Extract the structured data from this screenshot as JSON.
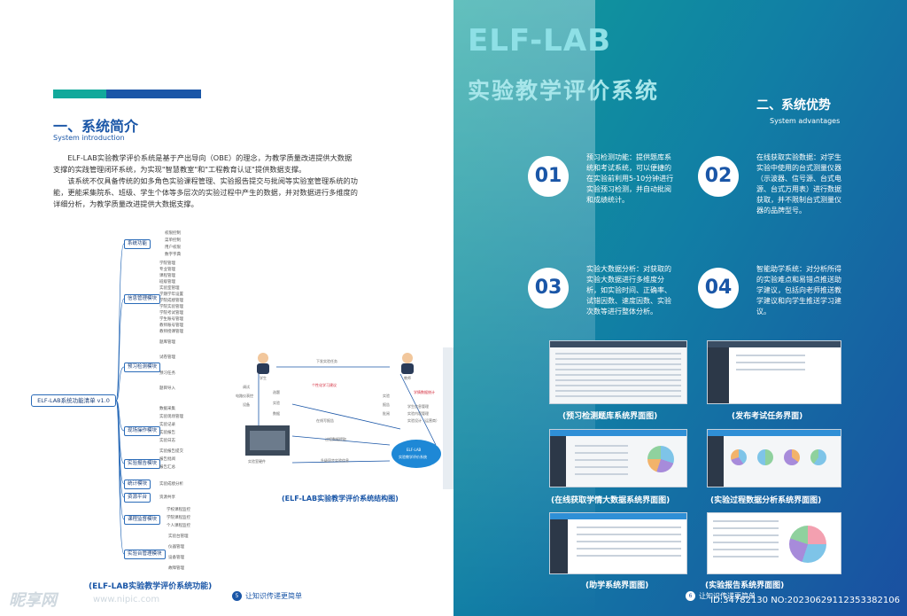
{
  "left": {
    "section_title": "一、系统简介",
    "section_subtitle": "System introduction",
    "intro_p1": "ELF-LAB实验教学评价系统是基于产出导向（OBE）的理念，为教学质量改进提供大数据支撑的实践管理闭环系统，为实现\"智慧教室\"和\"工程教育认证\"提供数据支撑。",
    "intro_p2": "该系统不仅具备传统的如多角色实验课程管理、实验报告提交与批阅等实验室管理系统的功能，更能采集院系、班级、学生个体等多层次的实验过程中产生的数据，并对数据进行多维度的详细分析，为教学质量改进提供大数据支撑。",
    "mindmap": {
      "root": "ELF-LAB系统功能清单 v1.0",
      "branches": [
        {
          "label": "系统功能",
          "leaves": [
            "权限控制",
            "菜单控制",
            "用户权限",
            "数字字典"
          ]
        },
        {
          "label": "信息管理模块",
          "leaves": [
            "学院管理",
            "专业管理",
            "课程管理",
            "班级管理",
            "实验室管理",
            "学期学年设置",
            "学院成绩管理",
            "学院实验管理",
            "学院考试管理",
            "学生账号管理",
            "教师账号管理",
            "教师授课管理"
          ]
        },
        {
          "label": "预习检测模块",
          "leaves": [
            "题库管理",
            "试卷管理",
            "预习任务",
            "题目导入"
          ]
        },
        {
          "label": "现场操作模块",
          "leaves": [
            "数据采集",
            "实验现场管理",
            "实验记录",
            "实验报告",
            "实验日志"
          ]
        },
        {
          "label": "实验报告模块",
          "leaves": [
            "实验报告提交",
            "报告批阅",
            "报告汇总"
          ]
        },
        {
          "label": "统计模块",
          "leaves": [
            "实验成绩分析"
          ]
        },
        {
          "label": "资源平台",
          "leaves": [
            "资源共享"
          ]
        },
        {
          "label": "课程监督模块",
          "leaves": [
            "学校课程监控",
            "学院课程监控",
            "个人课程监控"
          ]
        },
        {
          "label": "实验台管理模块",
          "leaves": [
            "实验台管理",
            "仪器管理",
            "设备管理",
            "故障管理"
          ]
        }
      ]
    },
    "map_caption": "(ELF-LAB实验教学评价系统功能)",
    "structure_caption": "(ELF-LAB实验教学评价系统结构图)",
    "structure": {
      "student": "学生",
      "teacher": "教师",
      "lab": "实验室硬件",
      "cloud_title": "ELF-LAB",
      "cloud_sub": "实验教学评价系统",
      "teacher_tag": "学情数据统计",
      "student_tag": "个性化学习建议",
      "arrows": [
        "下发实验任务",
        "在线写报告",
        "过程数据提取",
        "升级同步实验信息"
      ],
      "left_notes": [
        "调试",
        "电路仪表控",
        "设备"
      ],
      "mid_notes": [
        "选题",
        "实验",
        "数据"
      ],
      "right_notes": [
        "实验",
        "报告",
        "批阅"
      ],
      "right_list": [
        "学生信息管理",
        "实验内容管理",
        "实验设计（运营商）"
      ]
    },
    "page_number": "5",
    "page_tagline": "让知识传递更简单"
  },
  "right": {
    "brand": "ELF-LAB",
    "brand_subtitle": "实验教学评价系统",
    "advantages_title": "二、系统优势",
    "advantages_subtitle": "System advantages",
    "advantages": [
      {
        "num": "01",
        "text": "预习检测功能：提供题库系统和考试系统，可以便捷的在实验前利用5-10分钟进行实验预习检测，并自动批阅和成绩统计。"
      },
      {
        "num": "02",
        "text": "在线获取实验数据：对学生实验中使用的台式测量仪器（示波器、信号源、台式电源、台式万用表）进行数据获取，并不限制台式测量仪器的品牌型号。"
      },
      {
        "num": "03",
        "text": "实验大数据分析：对获取的实验大数据进行多维度分析，如实验时间、正确率、试错因数、速度因数、实验次数等进行整体分析。"
      },
      {
        "num": "04",
        "text": "智能助学系统：对分析所得的实验难点和易错点推送助学建议，包括向老师推送教学建议和向学生推送学习建议。"
      }
    ],
    "screenshots": [
      "(预习检测题库系统界面图)",
      "(发布考试任务界面)",
      "(在线获取学情大数据系统界面图)",
      "(实验过程数据分析系统界面图)",
      "(助学系统界面图)",
      "(实验报告系统界面图)"
    ],
    "page_number": "6",
    "page_tagline": "让知识传递更简单"
  },
  "watermark": {
    "brand": "昵享网",
    "url": "www.nipic.com",
    "id": "ID:34782130 NO:20230629112353382106"
  },
  "colors": {
    "teal": "#12a99b",
    "blue": "#1a56a7",
    "gradient_start": "#0f9e9a",
    "gradient_end": "#1a4fa1"
  }
}
